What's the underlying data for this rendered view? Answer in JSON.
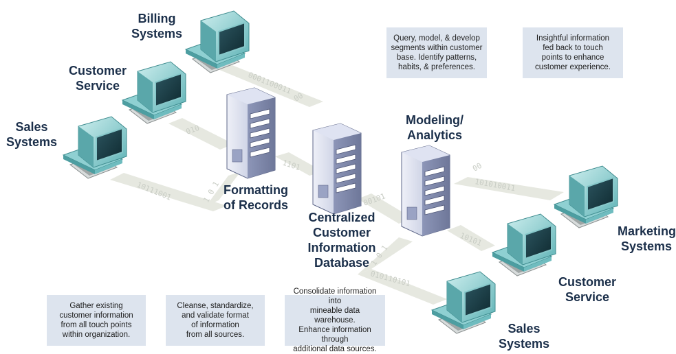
{
  "sources": [
    {
      "id": "billing",
      "line1": "Billing",
      "line2": "Systems"
    },
    {
      "id": "customer-service",
      "line1": "Customer",
      "line2": "Service"
    },
    {
      "id": "sales",
      "line1": "Sales",
      "line2": "Systems"
    }
  ],
  "stages": {
    "formatting": {
      "line1": "Formatting",
      "line2": "of Records"
    },
    "database": {
      "line1": "Centralized",
      "line2": "Customer",
      "line3": "Information",
      "line4": "Database"
    },
    "modeling": {
      "line1": "Modeling/",
      "line2": "Analytics"
    }
  },
  "destinations": [
    {
      "id": "marketing",
      "line1": "Marketing",
      "line2": "Systems"
    },
    {
      "id": "customer-service",
      "line1": "Customer",
      "line2": "Service"
    },
    {
      "id": "sales",
      "line1": "Sales",
      "line2": "Systems"
    }
  ],
  "binary": {
    "billing": "0001100011",
    "billing2": "00",
    "customer": "010",
    "sales": "10111001",
    "formatting_up": "1 0 1",
    "to_database": "1101",
    "to_modeling": "00101",
    "to_marketing": "101010011",
    "to_marketing2": "00",
    "to_customer": "10101",
    "to_sales_a": "1 0 1",
    "to_sales_b": "010110101"
  },
  "notes": {
    "gather": [
      "Gather existing",
      "customer information",
      "from all touch points",
      "within organization."
    ],
    "cleanse": [
      "Cleanse, standardize,",
      "and validate format",
      "of information",
      "from all sources."
    ],
    "consolidate": [
      "Consolidate information into",
      "mineable data warehouse.",
      "Enhance information through",
      "additional data sources."
    ],
    "query": [
      "Query, model, & develop",
      "segments within customer",
      "base.  Identify patterns,",
      "habits, & preferences."
    ],
    "insight": [
      "Insightful information",
      "fed back to touch",
      "points to enhance",
      "customer experience."
    ]
  },
  "colors": {
    "label": "#1b2f4a",
    "box": "#dde4ee",
    "monitor": "#8fd0d2",
    "server": "#b7c0dc",
    "stream": "#e3e5dd"
  }
}
